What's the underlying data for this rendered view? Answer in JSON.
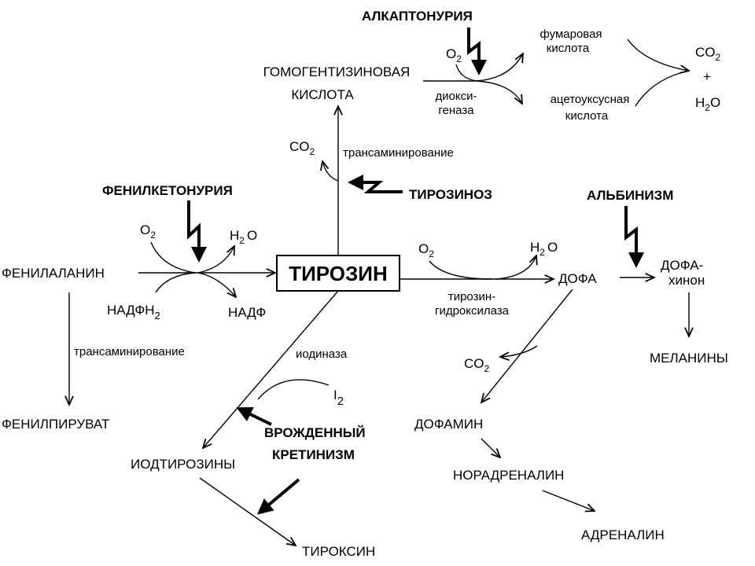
{
  "nodes": {
    "phenylalanine": "ФЕНИЛАЛАНИН",
    "tyrosine": "ТИРОЗИН",
    "dopa": "ДОФА",
    "dopa_quinone_1": "ДОФА-",
    "dopa_quinone_2": "хинон",
    "melanins": "МЕЛАНИНЫ",
    "phenylpyruvate": "ФЕНИЛПИРУВАТ",
    "homogentisic_1": "ГОМОГЕНТИЗИНОВАЯ",
    "homogentisic_2": "КИСЛОТА",
    "fumaric_1": "фумаровая",
    "fumaric_2": "кислота",
    "acetoacetic_1": "ацетоуксусная",
    "acetoacetic_2": "кислота",
    "dopamine": "ДОФАМИН",
    "noradrenaline": "НОРАДРЕНАЛИН",
    "adrenaline": "АДРЕНАЛИН",
    "iodotyrosines": "ИОДТИРОЗИНЫ",
    "thyroxine": "ТИРОКСИН"
  },
  "cofactors": {
    "o2": "O",
    "o2_sub": "2",
    "h2o_h": "H",
    "h2o_sub": "2",
    "h2o_o": "O",
    "co2": "CO",
    "co2_sub": "2",
    "plus": "+",
    "nadph": "НАДФН",
    "nadph_sub": "2",
    "nadp": "НАДФ",
    "i2": "I",
    "i2_sub": "2"
  },
  "enzymes": {
    "transamination": "трансаминирование",
    "dioxygenase_1": "диокси-",
    "dioxygenase_2": "геназа",
    "tyrosine_hydroxylase_1": "тирозин-",
    "tyrosine_hydroxylase_2": "гидроксилаза",
    "iodinase": "иодиназа"
  },
  "diseases": {
    "alkaptonuria": "АЛКАПТОНУРИЯ",
    "phenylketonuria": "ФЕНИЛКЕТОНУРИЯ",
    "tyrosinosis": "ТИРОЗИНОЗ",
    "albinism": "АЛЬБИНИЗМ",
    "cretinism_1": "ВРОЖДЕННЫЙ",
    "cretinism_2": "КРЕТИНИЗМ"
  }
}
